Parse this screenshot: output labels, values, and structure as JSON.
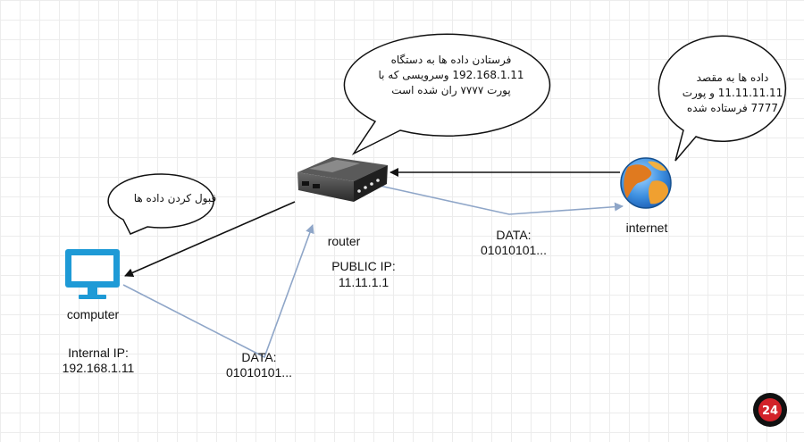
{
  "nodes": {
    "computer": {
      "label": "computer",
      "ip_label": "Internal IP:",
      "ip_value": "192.168.1.11"
    },
    "router": {
      "label": "router",
      "ip_label": "PUBLIC IP:",
      "ip_value": "11.11.1.1"
    },
    "internet": {
      "label": "internet"
    }
  },
  "packets": {
    "computer_to_router": {
      "title": "DATA:",
      "bits": "01010101..."
    },
    "router_to_internet": {
      "title": "DATA:",
      "bits": "01010101..."
    }
  },
  "bubbles": {
    "computer": {
      "lines": [
        "قبول کردن داده ها"
      ]
    },
    "router": {
      "lines": [
        "فرستادن داده ها به دستگاه",
        "192.168.1.11 وسرویسی که با",
        "پورت ۷۷۷۷ ران شده است"
      ]
    },
    "internet": {
      "lines": [
        "داده ها به مقصد",
        "11.11.11.11 و پورت",
        "7777 فرستاده شده"
      ]
    }
  },
  "icons": {
    "computer": "monitor-icon",
    "router": "router-icon",
    "internet": "globe-icon",
    "logo": "24-logo-icon"
  },
  "colors": {
    "monitor": "#1e9ad6",
    "forward_arrow": "#8fa6c8",
    "return_arrow": "#111111",
    "logo_red": "#d2232a"
  }
}
